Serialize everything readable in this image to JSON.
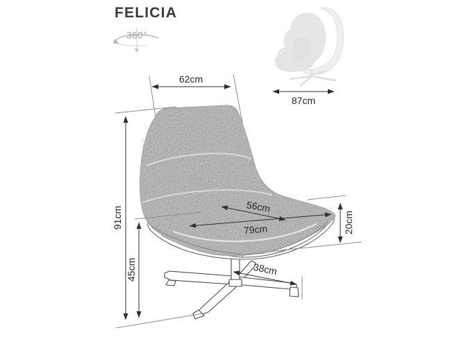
{
  "product": {
    "name": "FELICIA"
  },
  "rotation_badge": {
    "label": "360°"
  },
  "front_view": {
    "dimensions": {
      "backrest_width": "62cm",
      "total_height": "91cm",
      "seat_height": "45cm",
      "seat_width": "56cm",
      "overall_width": "79cm",
      "seat_edge_thickness": "20cm",
      "base_leg_length": "38cm"
    }
  },
  "side_view": {
    "dimensions": {
      "overall_depth": "87cm"
    }
  },
  "colors": {
    "dimension_line": "#3a3a3a",
    "extension_line": "#8c8c8c",
    "label_text": "#262626",
    "fabric": "#c6c6c6",
    "faded_gray": "#d9d9d9"
  }
}
